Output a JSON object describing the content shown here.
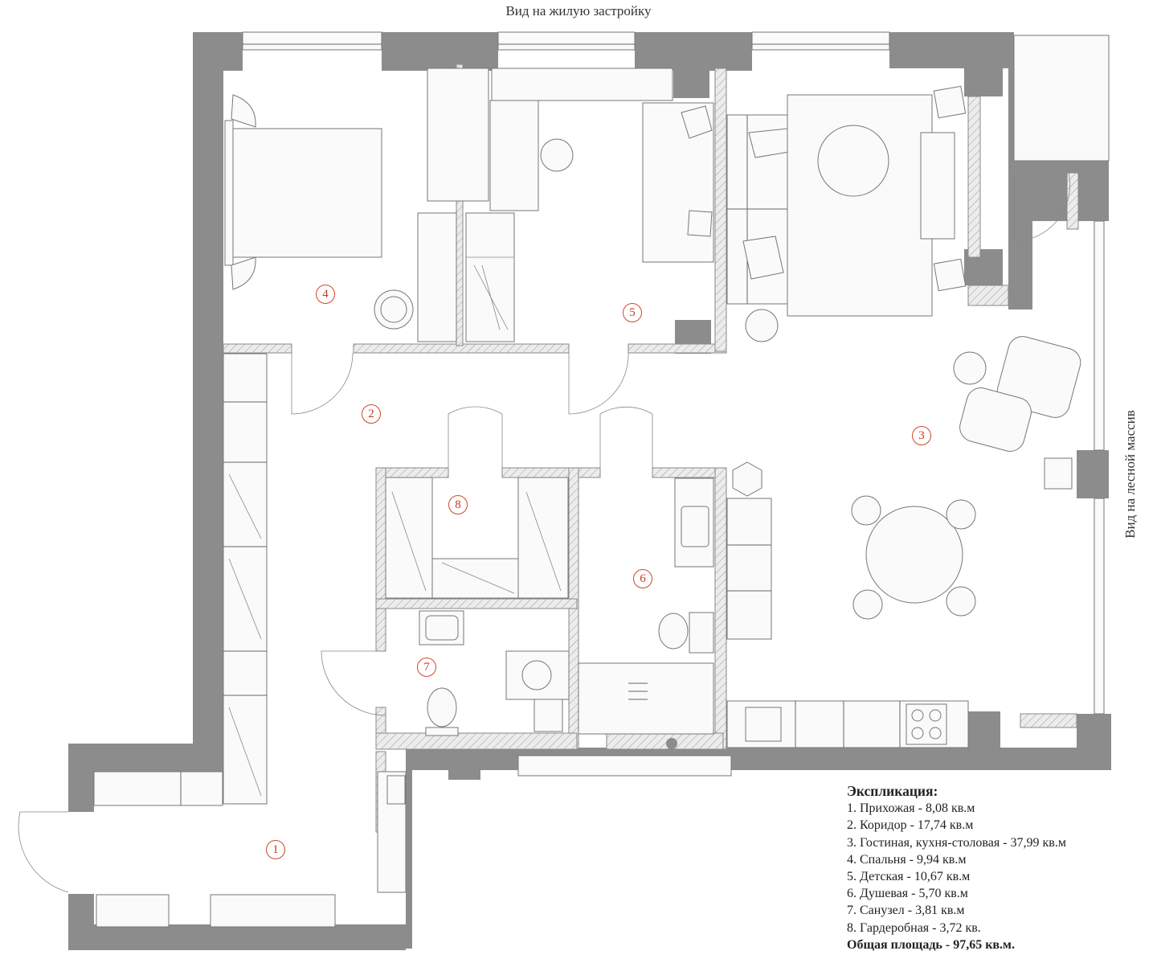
{
  "captions": {
    "top": "Вид на жилую застройку",
    "right": "Вид на лесной массив"
  },
  "rooms": [
    {
      "number": "1"
    },
    {
      "number": "2"
    },
    {
      "number": "3"
    },
    {
      "number": "4"
    },
    {
      "number": "5"
    },
    {
      "number": "6"
    },
    {
      "number": "7"
    },
    {
      "number": "8"
    }
  ],
  "explication": {
    "title": "Экспликация:",
    "items": [
      "1. Прихожая - 8,08 кв.м",
      "2. Коридор - 17,74 кв.м",
      "3. Гостиная, кухня-столовая - 37,99 кв.м",
      "4. Спальня - 9,94 кв.м",
      "5. Детская -  10,67 кв.м",
      "6. Душевая - 5,70 кв.м",
      "7. Санузел - 3,81 кв.м",
      "8. Гардеробная - 3,72 кв."
    ],
    "total": "Общая площадь - 97,65 кв.м."
  },
  "colors": {
    "wall": "#8c8c8c",
    "room_label": "#c8391f",
    "hatch_line": "#9a9a9a"
  },
  "icons": [
    "door-swing-icon",
    "window-icon",
    "wardrobe-icon",
    "toilet-icon",
    "sink-icon",
    "shower-icon",
    "stove-icon",
    "bed-icon",
    "sofa-icon",
    "dining-table-icon",
    "armchair-icon"
  ]
}
